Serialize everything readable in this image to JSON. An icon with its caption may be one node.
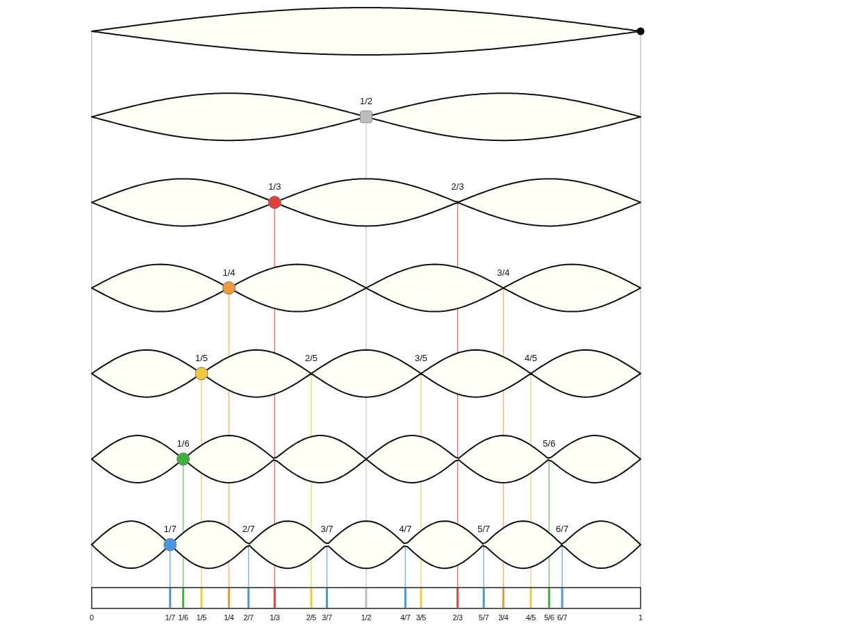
{
  "diagram": {
    "labels": [
      "1/2",
      "1/3",
      "2/3",
      "1/4",
      "3/4",
      "1/5",
      "2/5",
      "3/5",
      "4/5",
      "1/6",
      "5/6",
      "1/7",
      "2/7",
      "3/7",
      "4/7",
      "5/7",
      "6/7",
      "0",
      "1/7",
      "1/6",
      "1/5",
      "1/4",
      "2/7",
      "1/3",
      "2/5",
      "3/7",
      "1/2",
      "4/7",
      "3/5",
      "2/3",
      "5/7",
      "3/4",
      "4/5",
      "5/6",
      "6/7",
      "1"
    ]
  }
}
